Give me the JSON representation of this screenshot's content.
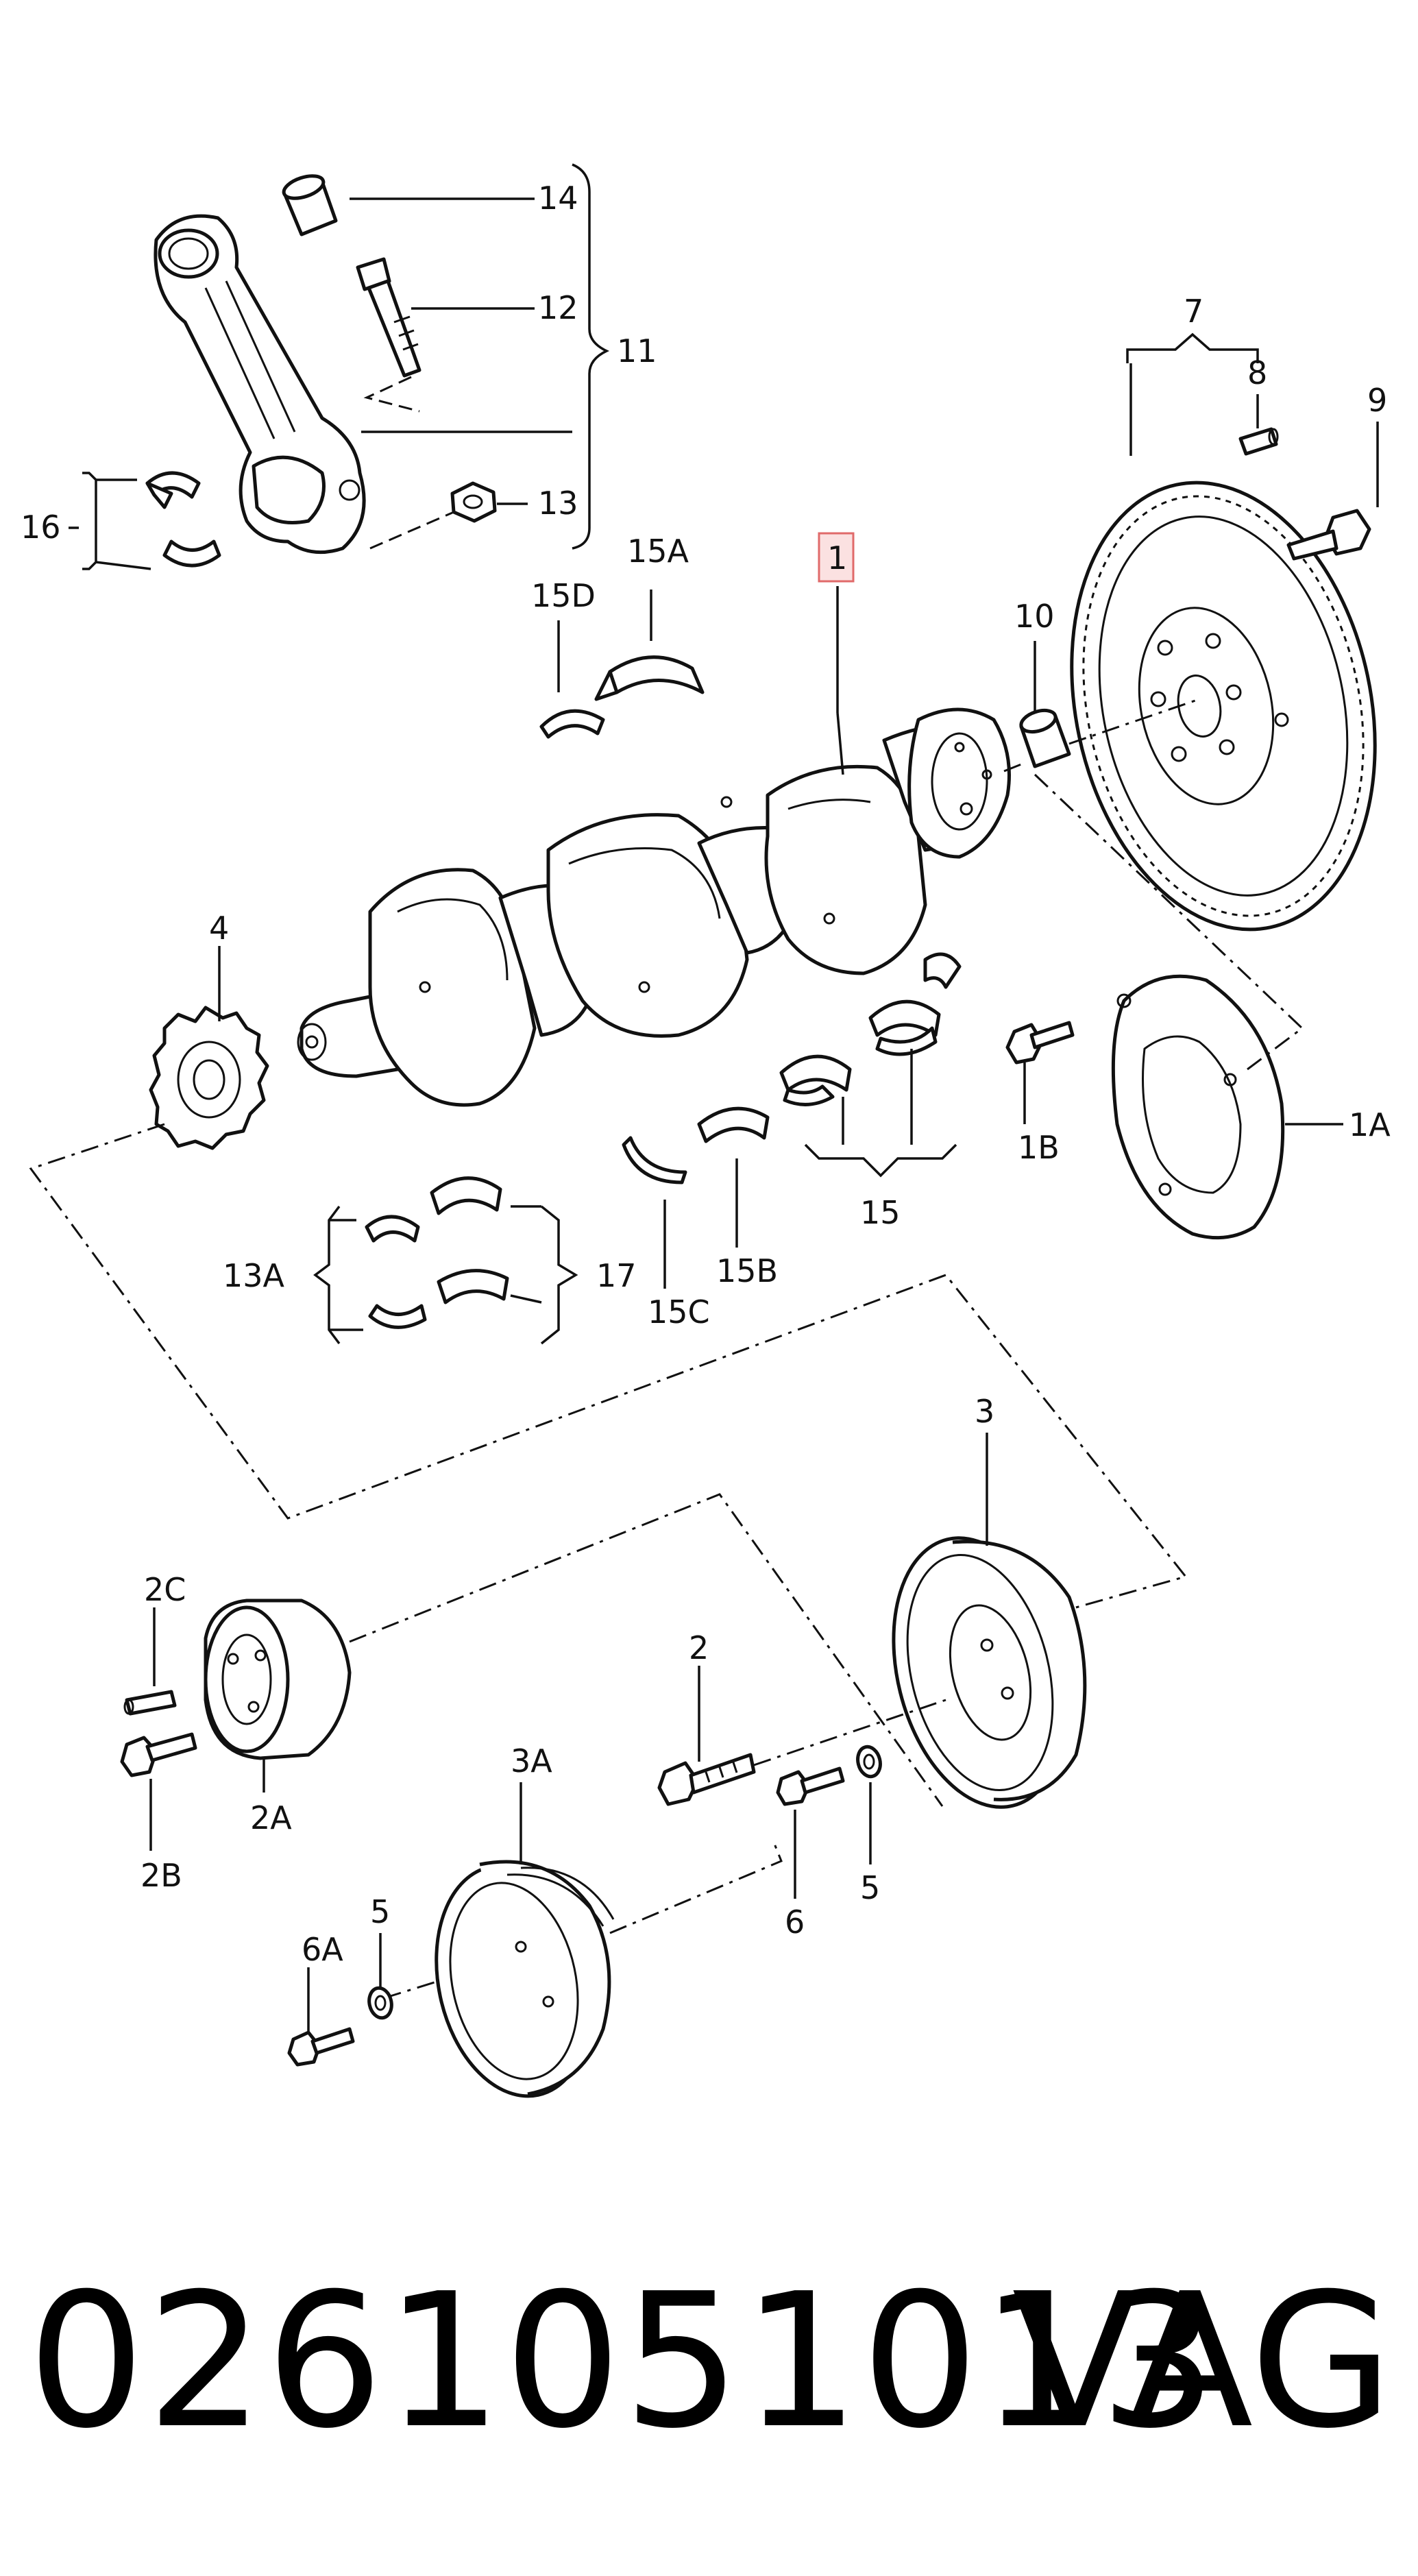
{
  "labels": {
    "l1": "1",
    "l1A": "1A",
    "l1B": "1B",
    "l2": "2",
    "l2A": "2A",
    "l2B": "2B",
    "l2C": "2C",
    "l3": "3",
    "l3A": "3A",
    "l4": "4",
    "l5a": "5",
    "l5b": "5",
    "l6": "6",
    "l6A": "6A",
    "l7": "7",
    "l8": "8",
    "l9": "9",
    "l10": "10",
    "l11": "11",
    "l12": "12",
    "l13": "13",
    "l13A": "13A",
    "l14": "14",
    "l15": "15",
    "l15A": "15A",
    "l15B": "15B",
    "l15C": "15C",
    "l15D": "15D",
    "l16": "16",
    "l17": "17"
  },
  "footer": {
    "part_number": "0261051013",
    "brand": "VAG"
  },
  "colors": {
    "highlight_border": "#e06a6a",
    "highlight_fill": "#fbe1e1"
  }
}
